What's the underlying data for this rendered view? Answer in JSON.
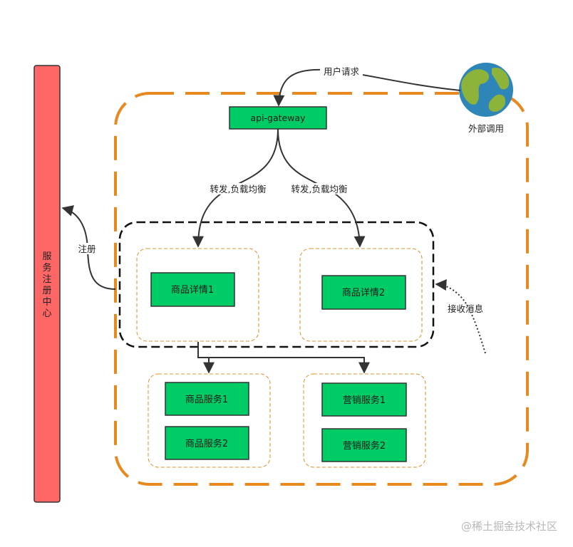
{
  "registry": {
    "chars": [
      "服",
      "务",
      "注",
      "册",
      "中",
      "心"
    ],
    "color": "#ff6666"
  },
  "gateway": {
    "label": "api-gateway"
  },
  "external": {
    "label": "外部调用",
    "icon": "globe-icon"
  },
  "edges": {
    "user_request": "用户请求",
    "forward_left": "转发,负载均衡",
    "forward_right": "转发,负载均衡",
    "register": "注册",
    "receive_message": "接收消息"
  },
  "services": {
    "detail_1": "商品详情1",
    "detail_2": "商品详情2",
    "goods_1": "商品服务1",
    "goods_2": "商品服务2",
    "marketing_1": "营销服务1",
    "marketing_2": "营销服务2"
  },
  "watermark": "@稀土掘金技术社区",
  "colors": {
    "service_fill": "#00cc66",
    "outer_border": "#e8891f",
    "group_border": "#e0912e"
  }
}
